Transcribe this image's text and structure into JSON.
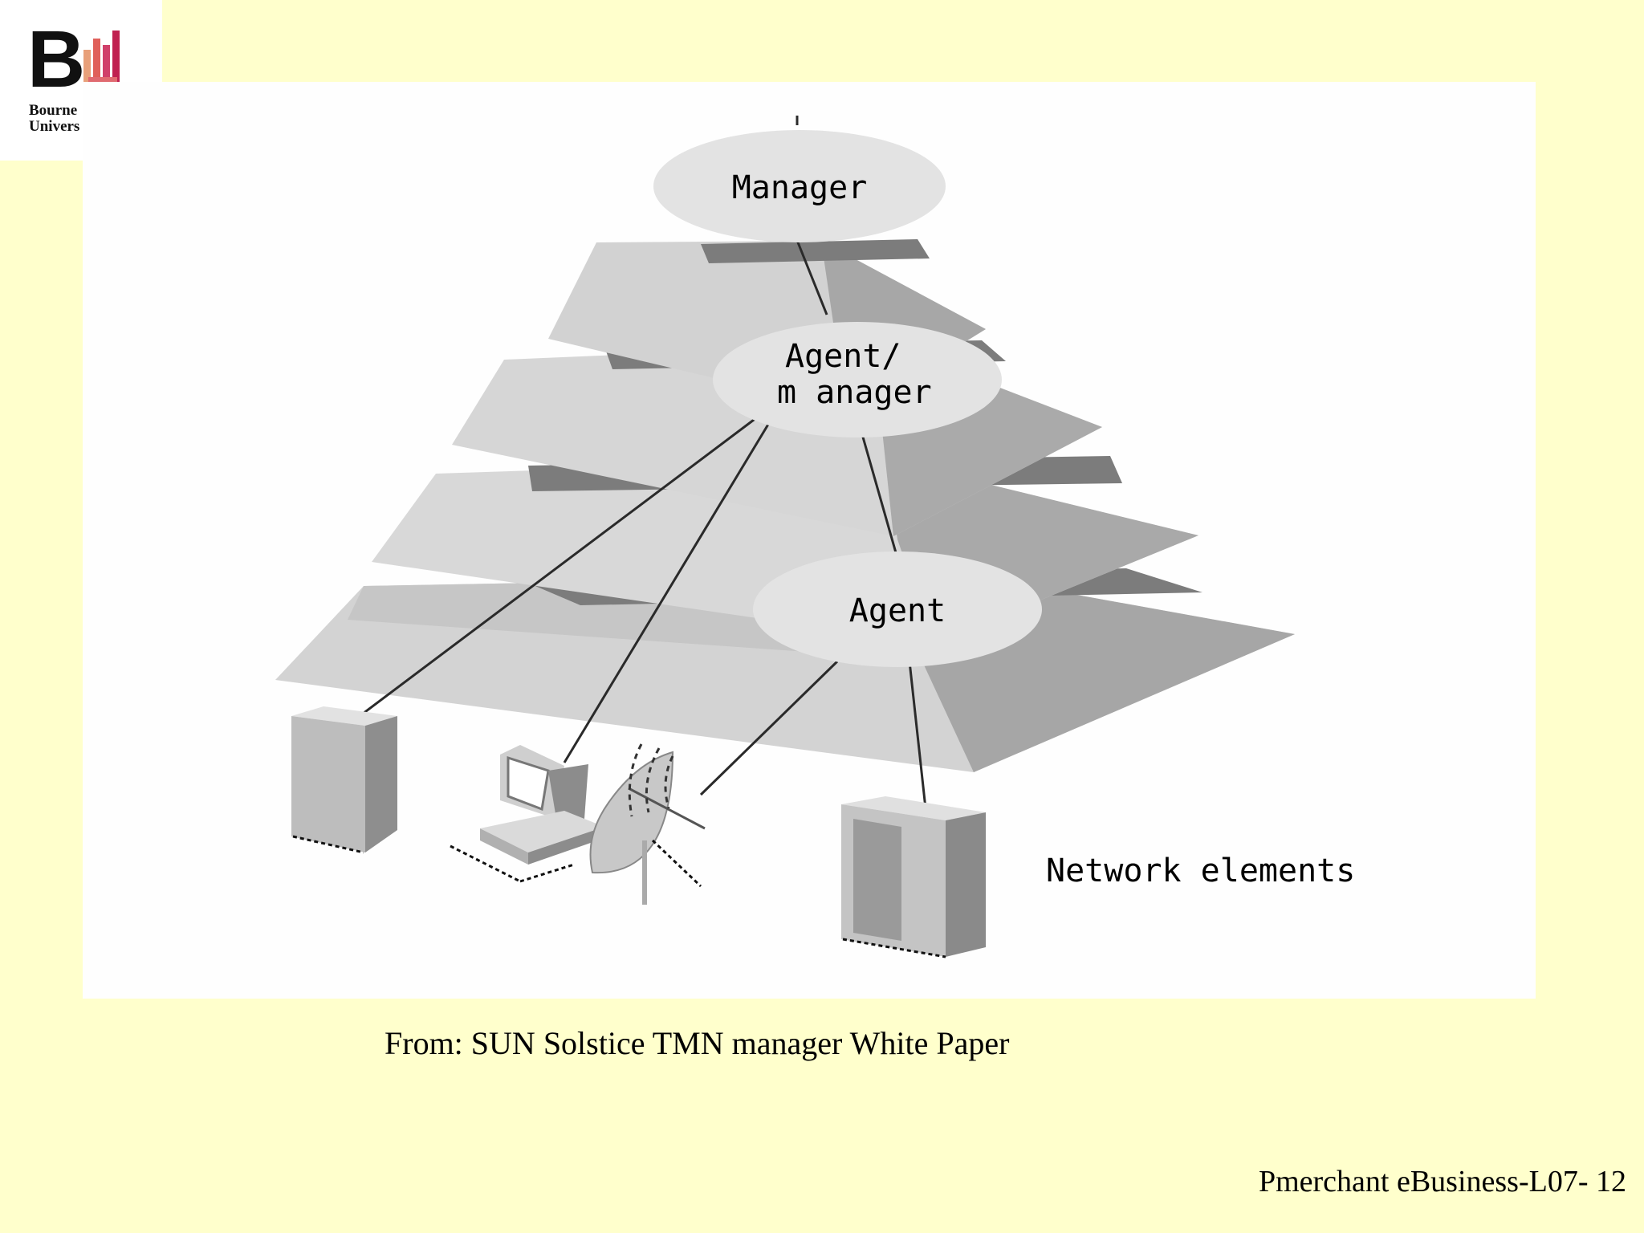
{
  "logo": {
    "mark": "BU",
    "line1": "Bourne",
    "line2": "Univers",
    "colors": {
      "letters": "#111111",
      "bars": [
        "#e8a07a",
        "#e0605a",
        "#c02050"
      ]
    }
  },
  "diagram": {
    "nodes": {
      "manager": "Manager",
      "agent_manager_line1": "Agent/",
      "agent_manager_line2": "m anager",
      "agent": "Agent"
    },
    "network_elements_label": "Network elements",
    "devices": [
      "server-tower",
      "workstation",
      "satellite-dish",
      "cabinet-server"
    ],
    "colors": {
      "node_fill": "#e3e3e3",
      "tier_light": "#d4d4d4",
      "tier_dark": "#a8a8a8",
      "band": "#7c7c7c"
    }
  },
  "caption": "From: SUN Solstice TMN manager White Paper",
  "footer": "Pmerchant eBusiness-L07- 12"
}
